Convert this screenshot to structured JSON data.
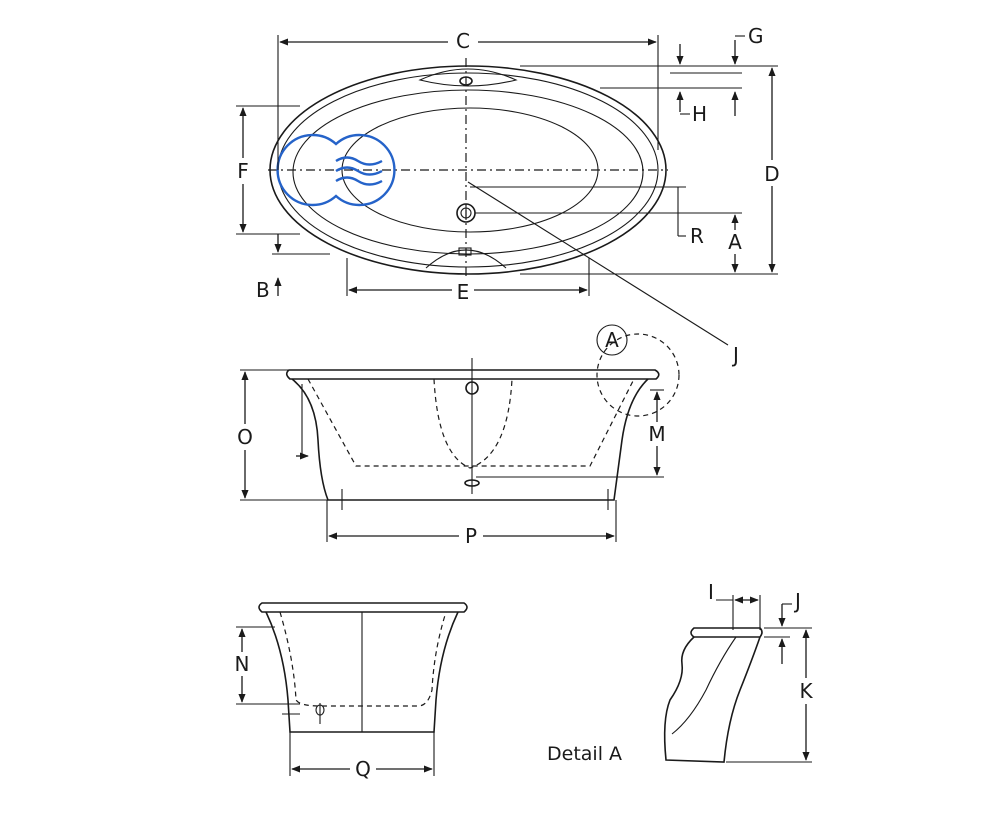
{
  "labels": {
    "a": "A",
    "b": "B",
    "c": "C",
    "d": "D",
    "e": "E",
    "f": "F",
    "g": "G",
    "h": "H",
    "i": "I",
    "j": "J",
    "k": "K",
    "m": "M",
    "n": "N",
    "o": "O",
    "p": "P",
    "q": "Q",
    "r": "R"
  },
  "detail": {
    "callout": "A",
    "caption": "Detail A"
  },
  "colors": {
    "line": "#1a1a1a",
    "whirlpool_icon": "#2563c9"
  },
  "icons": {
    "whirlpool": "whirlpool-jets-icon"
  }
}
